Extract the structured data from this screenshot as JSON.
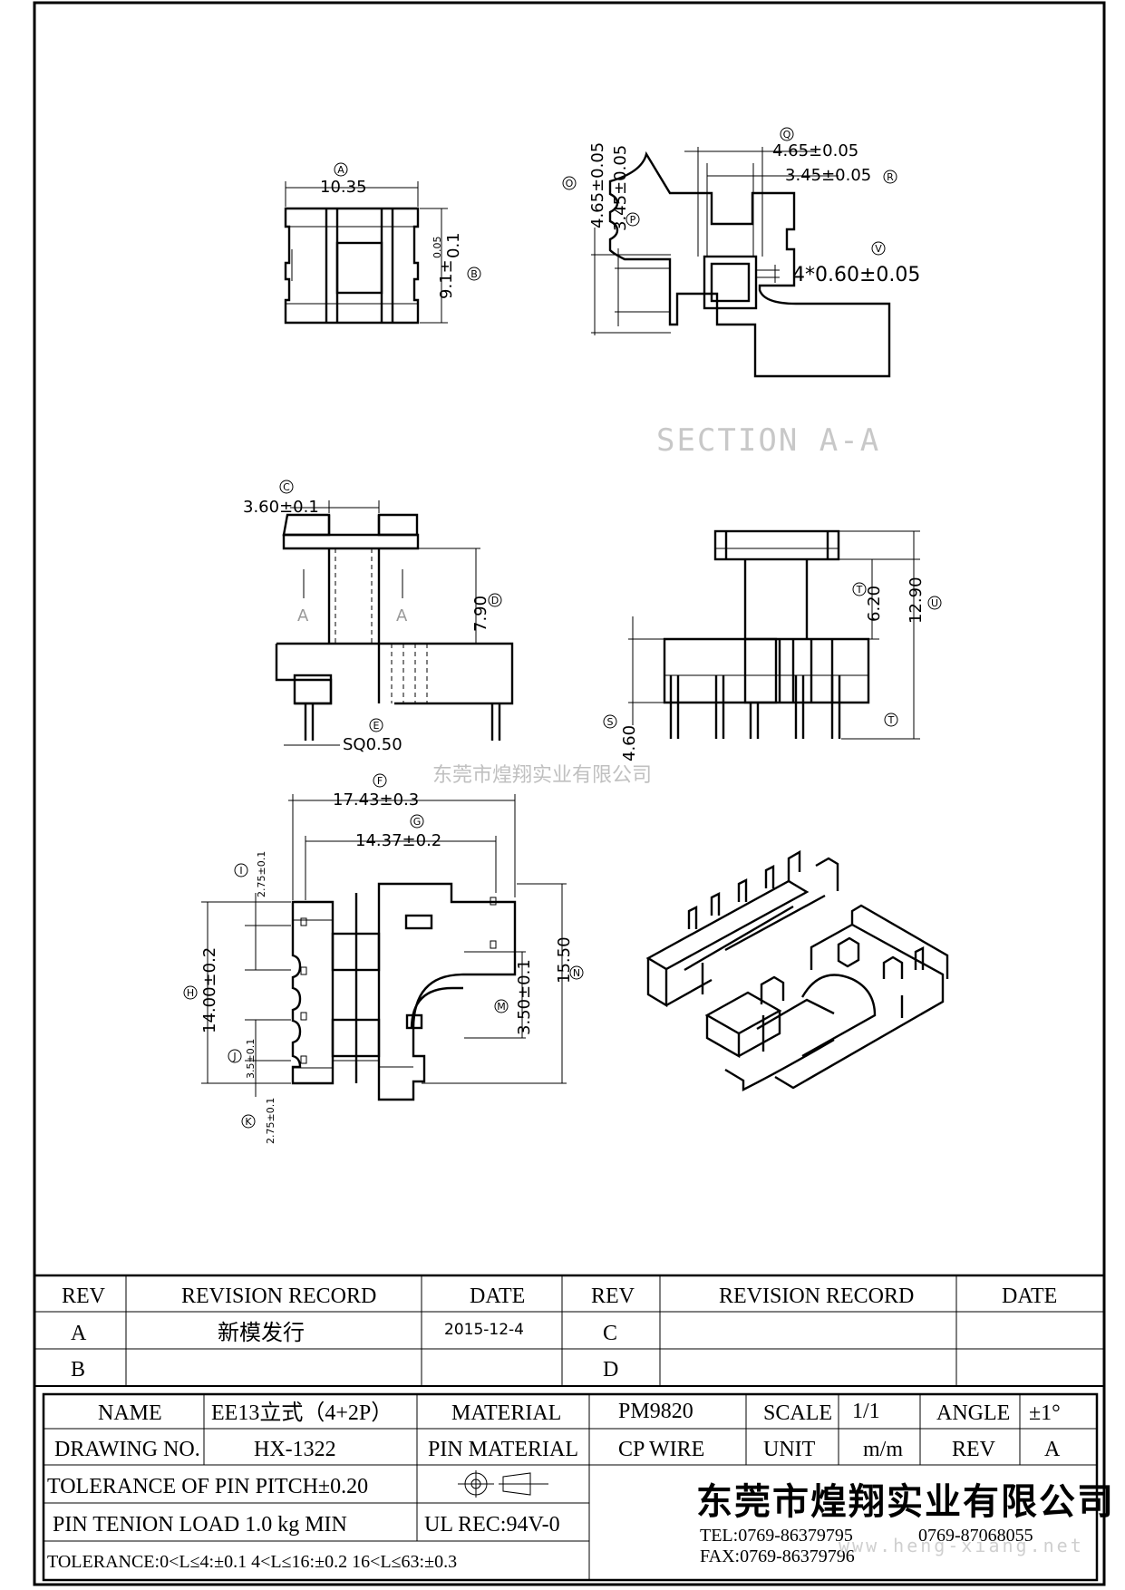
{
  "dimensions": {
    "A": "10.35",
    "B_top": "0.05",
    "B_main": "9.1±",
    "B_bottom": "0.1",
    "O": "4.65±0.05",
    "P": "3.45±0.05",
    "Q": "4.65±0.05",
    "R": "3.45±0.05",
    "V": "4*0.60±0.05",
    "C": "3.60±0.1",
    "D": "7.90",
    "E": "SQ0.50",
    "T": "6.20",
    "U": "12.90",
    "S": "4.60",
    "F": "17.43±0.3",
    "G": "14.37±0.2",
    "H": "14.00±0.2",
    "I": "2.75±0.1",
    "J": "3.5±0.1",
    "K": "2.75±0.1",
    "M": "3.50±0.1",
    "N": "15.50"
  },
  "balloons": {
    "A": "A",
    "B": "B",
    "C": "C",
    "D": "D",
    "E": "E",
    "F": "F",
    "G": "G",
    "H": "H",
    "I": "I",
    "J": "J",
    "K": "K",
    "M": "M",
    "N": "N",
    "O": "O",
    "P": "P",
    "Q": "Q",
    "R": "R",
    "S": "S",
    "T": "T",
    "U": "U",
    "V": "V"
  },
  "section_label": "SECTION A-A",
  "section_marker": "A",
  "watermark": {
    "company": "东莞市煌翔实业有限公司",
    "url": "www.heng-xiang.net"
  },
  "revision_table": {
    "headers": [
      "REV",
      "REVISION RECORD",
      "DATE",
      "REV",
      "REVISION RECORD",
      "DATE"
    ],
    "rows": [
      [
        "A",
        "新模发行",
        "2015-12-4",
        "C",
        "",
        ""
      ],
      [
        "B",
        "",
        "",
        "D",
        "",
        ""
      ]
    ]
  },
  "title_block": {
    "name_label": "NAME",
    "name_value": "EE13立式（4+2P）",
    "material_label": "MATERIAL",
    "material_value": "PM9820",
    "scale_label": "SCALE",
    "scale_value": "1/1",
    "angle_label": "ANGLE",
    "angle_value": "±1°",
    "drawing_no_label": "DRAWING NO.",
    "drawing_no_value": "HX-1322",
    "pin_material_label": "PIN MATERIAL",
    "pin_material_value": "CP WIRE",
    "unit_label": "UNIT",
    "unit_value": "m/m",
    "rev_label": "REV",
    "rev_value": "A",
    "tolerance_pin_pitch": "TOLERANCE OF PIN PITCH±0.20",
    "pin_tension": "PIN TENION LOAD  1.0  kg MIN",
    "ul_rec": "UL REC:94V-0",
    "tolerance_general": "TOLERANCE:0<L≤4:±0.1  4<L≤16:±0.2  16<L≤63:±0.3",
    "company": "东莞市煌翔实业有限公司",
    "tel": "TEL:0769-86379795",
    "tel2": "0769-87068055",
    "fax": "FAX:0769-86379796"
  }
}
